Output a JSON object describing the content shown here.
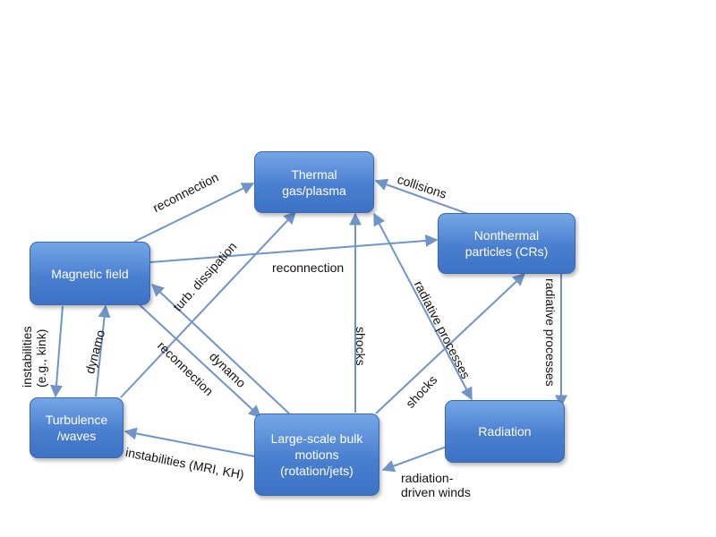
{
  "nodes": {
    "thermal": "Thermal\ngas/plasma",
    "nonthermal": "Nonthermal\nparticles (CRs)",
    "magnetic": "Magnetic field",
    "turbulence": "Turbulence\n/waves",
    "largescale": "Large-scale bulk\nmotions\n(rotation/jets)",
    "radiation": "Radiation"
  },
  "edges": {
    "reconnection_top": "reconnection",
    "collisions": "collisions",
    "turb_dissipation": "turb.  dissipation",
    "reconnection_mid": "reconnection",
    "instabilities_kink": "instabilities\n(e.g., kink)",
    "dynamo_left": "dynamo",
    "reconnection_diag": "reconnection",
    "dynamo_diag": "dynamo",
    "shocks_vertical": "shocks",
    "radiative_processes_diag": "radiative processes",
    "shocks_diag": "shocks",
    "radiative_processes_right": "radiative processes",
    "instabilities_mri": "instabilities (MRI, KH)",
    "radiation_winds": "radiation-\ndriven winds"
  },
  "colors": {
    "node_fill": "#4a7fd0",
    "arrow": "#6f94c8",
    "label_text": "#111111"
  }
}
